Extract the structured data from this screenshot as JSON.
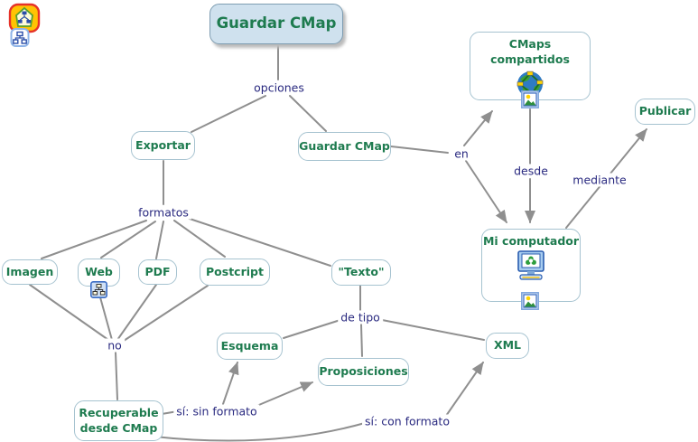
{
  "app": {
    "name": "CmapTools canvas",
    "logo_icon": "cmaptools-logo"
  },
  "colors": {
    "node_text": "#1e7b4f",
    "link_text": "#2a2a80",
    "node_border": "#a6c3d0",
    "title_fill": "#cfe1ee",
    "title_border": "#7e9db2",
    "line": "#8f8f8f",
    "logo_orange": "#ffc303",
    "logo_red_border": "#e63229"
  },
  "nodes": {
    "title": "Guardar CMap",
    "exportar": "Exportar",
    "guardar_cmap": "Guardar CMap",
    "cmaps_compartidos": "CMaps compartidos",
    "publicar": "Publicar",
    "mi_computador": "Mi computador",
    "imagen": "Imagen",
    "web": "Web",
    "pdf": "PDF",
    "postcript": "Postcript",
    "texto": "\"Texto\"",
    "esquema": "Esquema",
    "proposiciones": "Proposiciones",
    "xml": "XML",
    "recuperable": "Recuperable desde CMap"
  },
  "links": {
    "opciones": "opciones",
    "en": "en",
    "desde": "desde",
    "mediante": "mediante",
    "formatos": "formatos",
    "de_tipo": "de tipo",
    "no": "no",
    "si_sin_formato": "sí: sin formato",
    "si_con_formato": "sí: con formato"
  },
  "icons": {
    "logo": "cmaptools-logo-icon",
    "globe": "shared-cmaps-globe-icon",
    "computer": "my-computer-icon",
    "image_attachment": "image-resource-icon",
    "web_attachment": "cmap-resource-icon"
  }
}
